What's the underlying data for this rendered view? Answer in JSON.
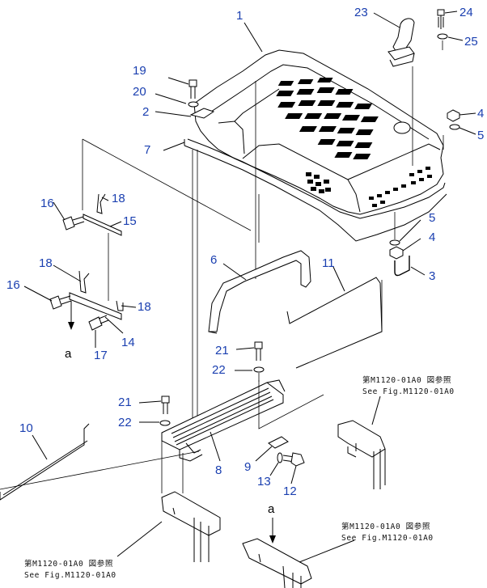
{
  "diagram": {
    "callouts": [
      {
        "id": "1",
        "label": "1"
      },
      {
        "id": "2",
        "label": "2"
      },
      {
        "id": "3",
        "label": "3"
      },
      {
        "id": "4a",
        "label": "4"
      },
      {
        "id": "4b",
        "label": "4"
      },
      {
        "id": "5a",
        "label": "5"
      },
      {
        "id": "5b",
        "label": "5"
      },
      {
        "id": "6",
        "label": "6"
      },
      {
        "id": "7",
        "label": "7"
      },
      {
        "id": "8",
        "label": "8"
      },
      {
        "id": "9",
        "label": "9"
      },
      {
        "id": "10",
        "label": "10"
      },
      {
        "id": "11",
        "label": "11"
      },
      {
        "id": "12",
        "label": "12"
      },
      {
        "id": "13",
        "label": "13"
      },
      {
        "id": "14",
        "label": "14"
      },
      {
        "id": "15",
        "label": "15"
      },
      {
        "id": "16a",
        "label": "16"
      },
      {
        "id": "16b",
        "label": "16"
      },
      {
        "id": "17",
        "label": "17"
      },
      {
        "id": "18a",
        "label": "18"
      },
      {
        "id": "18b",
        "label": "18"
      },
      {
        "id": "18c",
        "label": "18"
      },
      {
        "id": "19",
        "label": "19"
      },
      {
        "id": "20",
        "label": "20"
      },
      {
        "id": "21a",
        "label": "21"
      },
      {
        "id": "21b",
        "label": "21"
      },
      {
        "id": "22a",
        "label": "22"
      },
      {
        "id": "22b",
        "label": "22"
      },
      {
        "id": "23",
        "label": "23"
      },
      {
        "id": "24",
        "label": "24"
      },
      {
        "id": "25",
        "label": "25"
      }
    ],
    "view_markers": {
      "a_left": "a",
      "a_right": "a"
    },
    "references": [
      {
        "jp": "第M1120-01A0 図参照",
        "en": "See Fig.M1120-01A0"
      },
      {
        "jp": "第M1120-01A0 図参照",
        "en": "See Fig.M1120-01A0"
      },
      {
        "jp": "第M1120-01A0 図参照",
        "en": "See Fig.M1120-01A0"
      }
    ]
  }
}
